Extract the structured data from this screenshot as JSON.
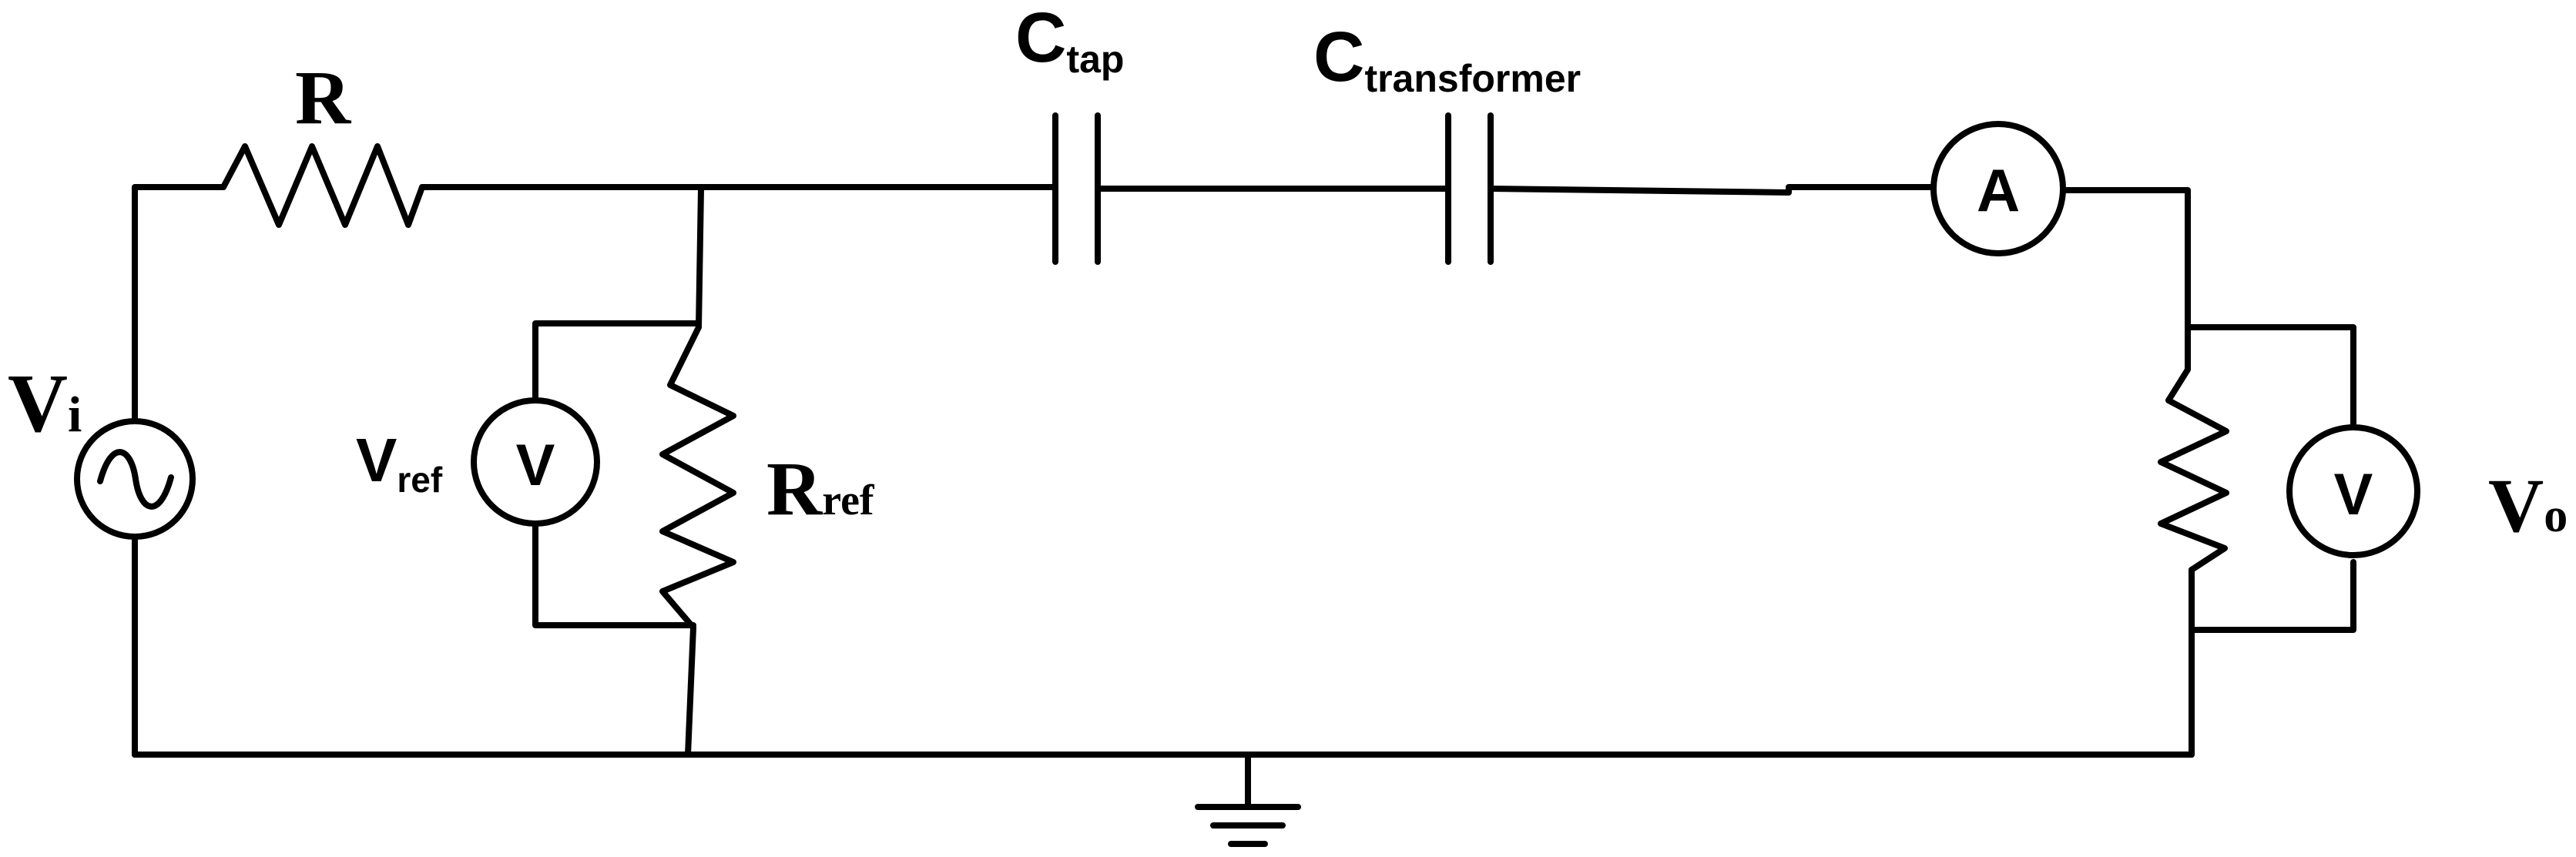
{
  "labels": {
    "vi": {
      "main": "V",
      "sub": "i"
    },
    "r": {
      "main": "R"
    },
    "c_tap": {
      "main": "C",
      "sub": "tap"
    },
    "c_transformer": {
      "main": "C",
      "sub": "transformer"
    },
    "v_ref": {
      "main": "V",
      "sub": "ref"
    },
    "r_ref": {
      "main": "R",
      "sub": "ref"
    },
    "vo": {
      "main": "V",
      "sub": "o"
    }
  },
  "meters": {
    "ammeter": "A",
    "vref_meter": "V",
    "vo_meter": "V"
  },
  "components": {
    "source": "ac-voltage-source-icon",
    "resistor": "resistor-icon",
    "capacitor": "capacitor-icon",
    "ground": "ground-icon"
  }
}
